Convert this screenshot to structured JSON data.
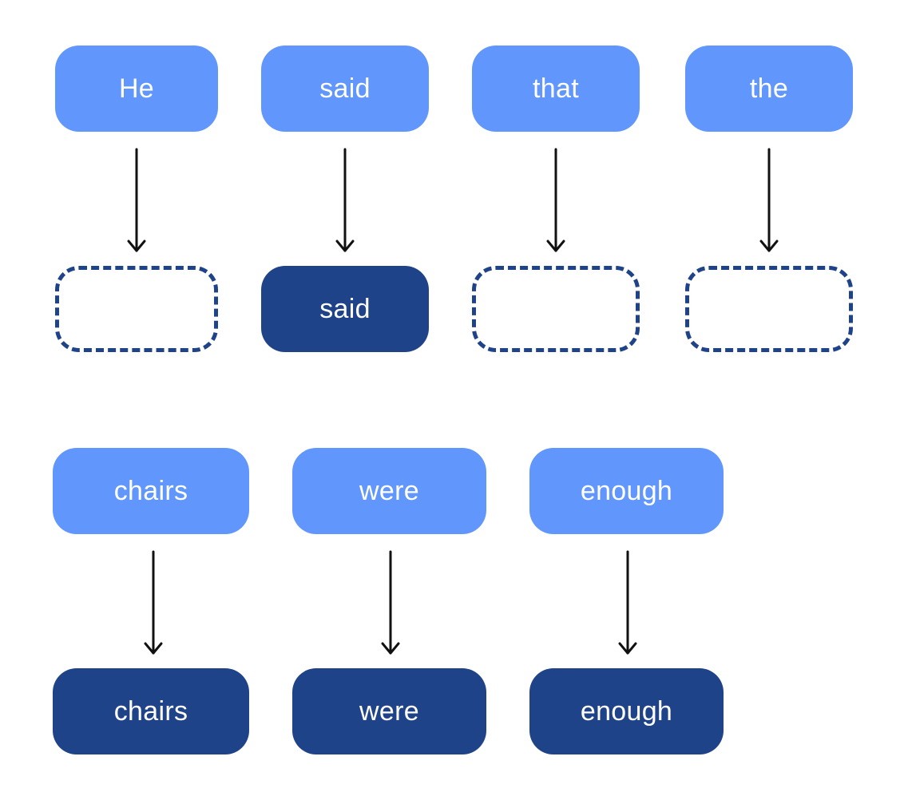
{
  "rows": [
    {
      "input_tokens": [
        {
          "label": "He"
        },
        {
          "label": "said"
        },
        {
          "label": "that"
        },
        {
          "label": "the"
        }
      ],
      "output_tokens": [
        {
          "label": "",
          "state": "masked"
        },
        {
          "label": "said",
          "state": "kept"
        },
        {
          "label": "",
          "state": "masked"
        },
        {
          "label": "",
          "state": "masked"
        }
      ]
    },
    {
      "input_tokens": [
        {
          "label": "chairs"
        },
        {
          "label": "were"
        },
        {
          "label": "enough"
        }
      ],
      "output_tokens": [
        {
          "label": "chairs",
          "state": "kept"
        },
        {
          "label": "were",
          "state": "kept"
        },
        {
          "label": "enough",
          "state": "kept"
        }
      ]
    }
  ],
  "colors": {
    "input_token": "#6197fd",
    "kept_token": "#1f4388",
    "masked_border": "#1f4388",
    "arrow": "#111111"
  }
}
